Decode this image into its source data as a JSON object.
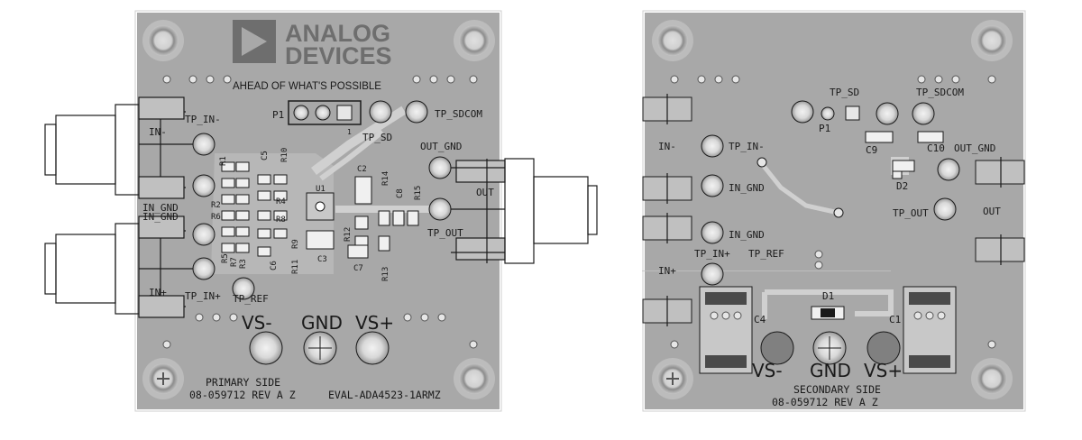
{
  "primary": {
    "brand": {
      "line1": "ANALOG",
      "line2": "DEVICES",
      "tagline": "AHEAD OF WHAT'S POSSIBLE"
    },
    "labels": {
      "p1": "P1",
      "tp_in_minus": "TP_IN-",
      "in_minus": "IN-",
      "in_gnd_top": "IN_GND",
      "in_gnd_bottom": "IN_GND",
      "in_plus": "IN+",
      "tp_in_plus": "TP_IN+",
      "tp_ref": "TP_REF",
      "tp_sd": "TP_SD",
      "tp_sdcom": "TP_SDCOM",
      "out_gnd": "OUT_GND",
      "out": "OUT",
      "tp_out": "TP_OUT",
      "pin1": "1"
    },
    "refdes": [
      "R1",
      "C5",
      "R10",
      "R2",
      "R4",
      "R6",
      "R8",
      "U1",
      "C2",
      "R14",
      "C8",
      "R15",
      "R5",
      "R7",
      "R9",
      "R3",
      "C6",
      "R11",
      "C3",
      "R12",
      "C7",
      "R13"
    ],
    "power": {
      "vs_minus": "VS-",
      "gnd": "GND",
      "vs_plus": "VS+"
    },
    "footer": {
      "side": "PRIMARY SIDE",
      "rev": "08-059712 REV A Z",
      "board": "EVAL-ADA4523-1ARMZ"
    }
  },
  "secondary": {
    "labels": {
      "tp_sd": "TP_SD",
      "tp_sdcom": "TP_SDCOM",
      "p1": "P1",
      "c9": "C9",
      "c10": "C10",
      "out_gnd": "OUT_GND",
      "d2": "D2",
      "tp_out": "TP_OUT",
      "out": "OUT",
      "in_minus": "IN-",
      "tp_in_minus": "TP_IN-",
      "in_gnd_top": "IN_GND",
      "in_gnd_bottom": "IN_GND",
      "tp_ref": "TP_REF",
      "tp_in_plus": "TP_IN+",
      "in_plus": "IN+",
      "d1": "D1",
      "c4": "C4",
      "c1": "C1"
    },
    "power": {
      "vs_minus": "VS-",
      "gnd": "GND",
      "vs_plus": "VS+"
    },
    "footer": {
      "side": "SECONDARY SIDE",
      "rev": "08-059712 REV A Z"
    }
  },
  "colors": {
    "board": "#a8a8a8",
    "copper": "#bdbdbd",
    "trace": "#cfcfcf",
    "silk": "#1a1a1a",
    "pad": "#e6e6e6",
    "logo": "#6e6e6e"
  }
}
